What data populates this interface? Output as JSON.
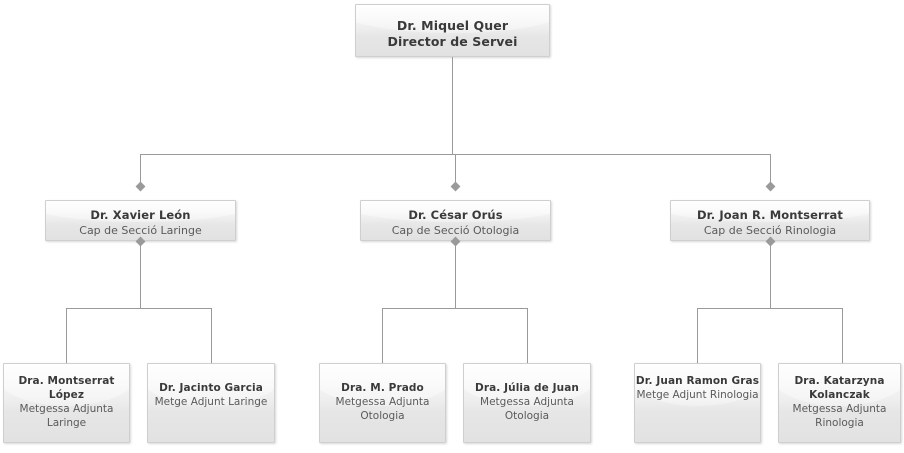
{
  "chart": {
    "type": "org-chart",
    "title": "",
    "colors": {
      "connector": "#9a9a9a",
      "box_border": "#cfcfcf",
      "name_text": "#3a3a3a",
      "role_text": "#5a5a5a",
      "background": "#ffffff"
    },
    "levels": 3
  },
  "root": {
    "name": "Dr. Miquel Quer",
    "role": "Director de Servei"
  },
  "sections": [
    {
      "name": "Dr. Xavier León",
      "role": "Cap de Secció Laringe",
      "members": [
        {
          "name": "Dra. Montserrat López",
          "role": "Metgessa Adjunta Laringe"
        },
        {
          "name": "Dr. Jacinto Garcia",
          "role": "Metge Adjunt Laringe"
        }
      ]
    },
    {
      "name": "Dr. César Orús",
      "role": "Cap de Secció Otologia",
      "members": [
        {
          "name": "Dra. M. Prado",
          "role": "Metgessa Adjunta Otologia"
        },
        {
          "name": "Dra. Júlia de Juan",
          "role": "Metgessa Adjunta Otologia"
        }
      ]
    },
    {
      "name": "Dr. Joan R. Montserrat",
      "role": "Cap de Secció Rinologia",
      "members": [
        {
          "name": "Dr. Juan Ramon Gras",
          "role": "Metge Adjunt Rinologia"
        },
        {
          "name": "Dra. Katarzyna Kolanczak",
          "role": "Metgessa Adjunta Rinologia"
        }
      ]
    }
  ]
}
